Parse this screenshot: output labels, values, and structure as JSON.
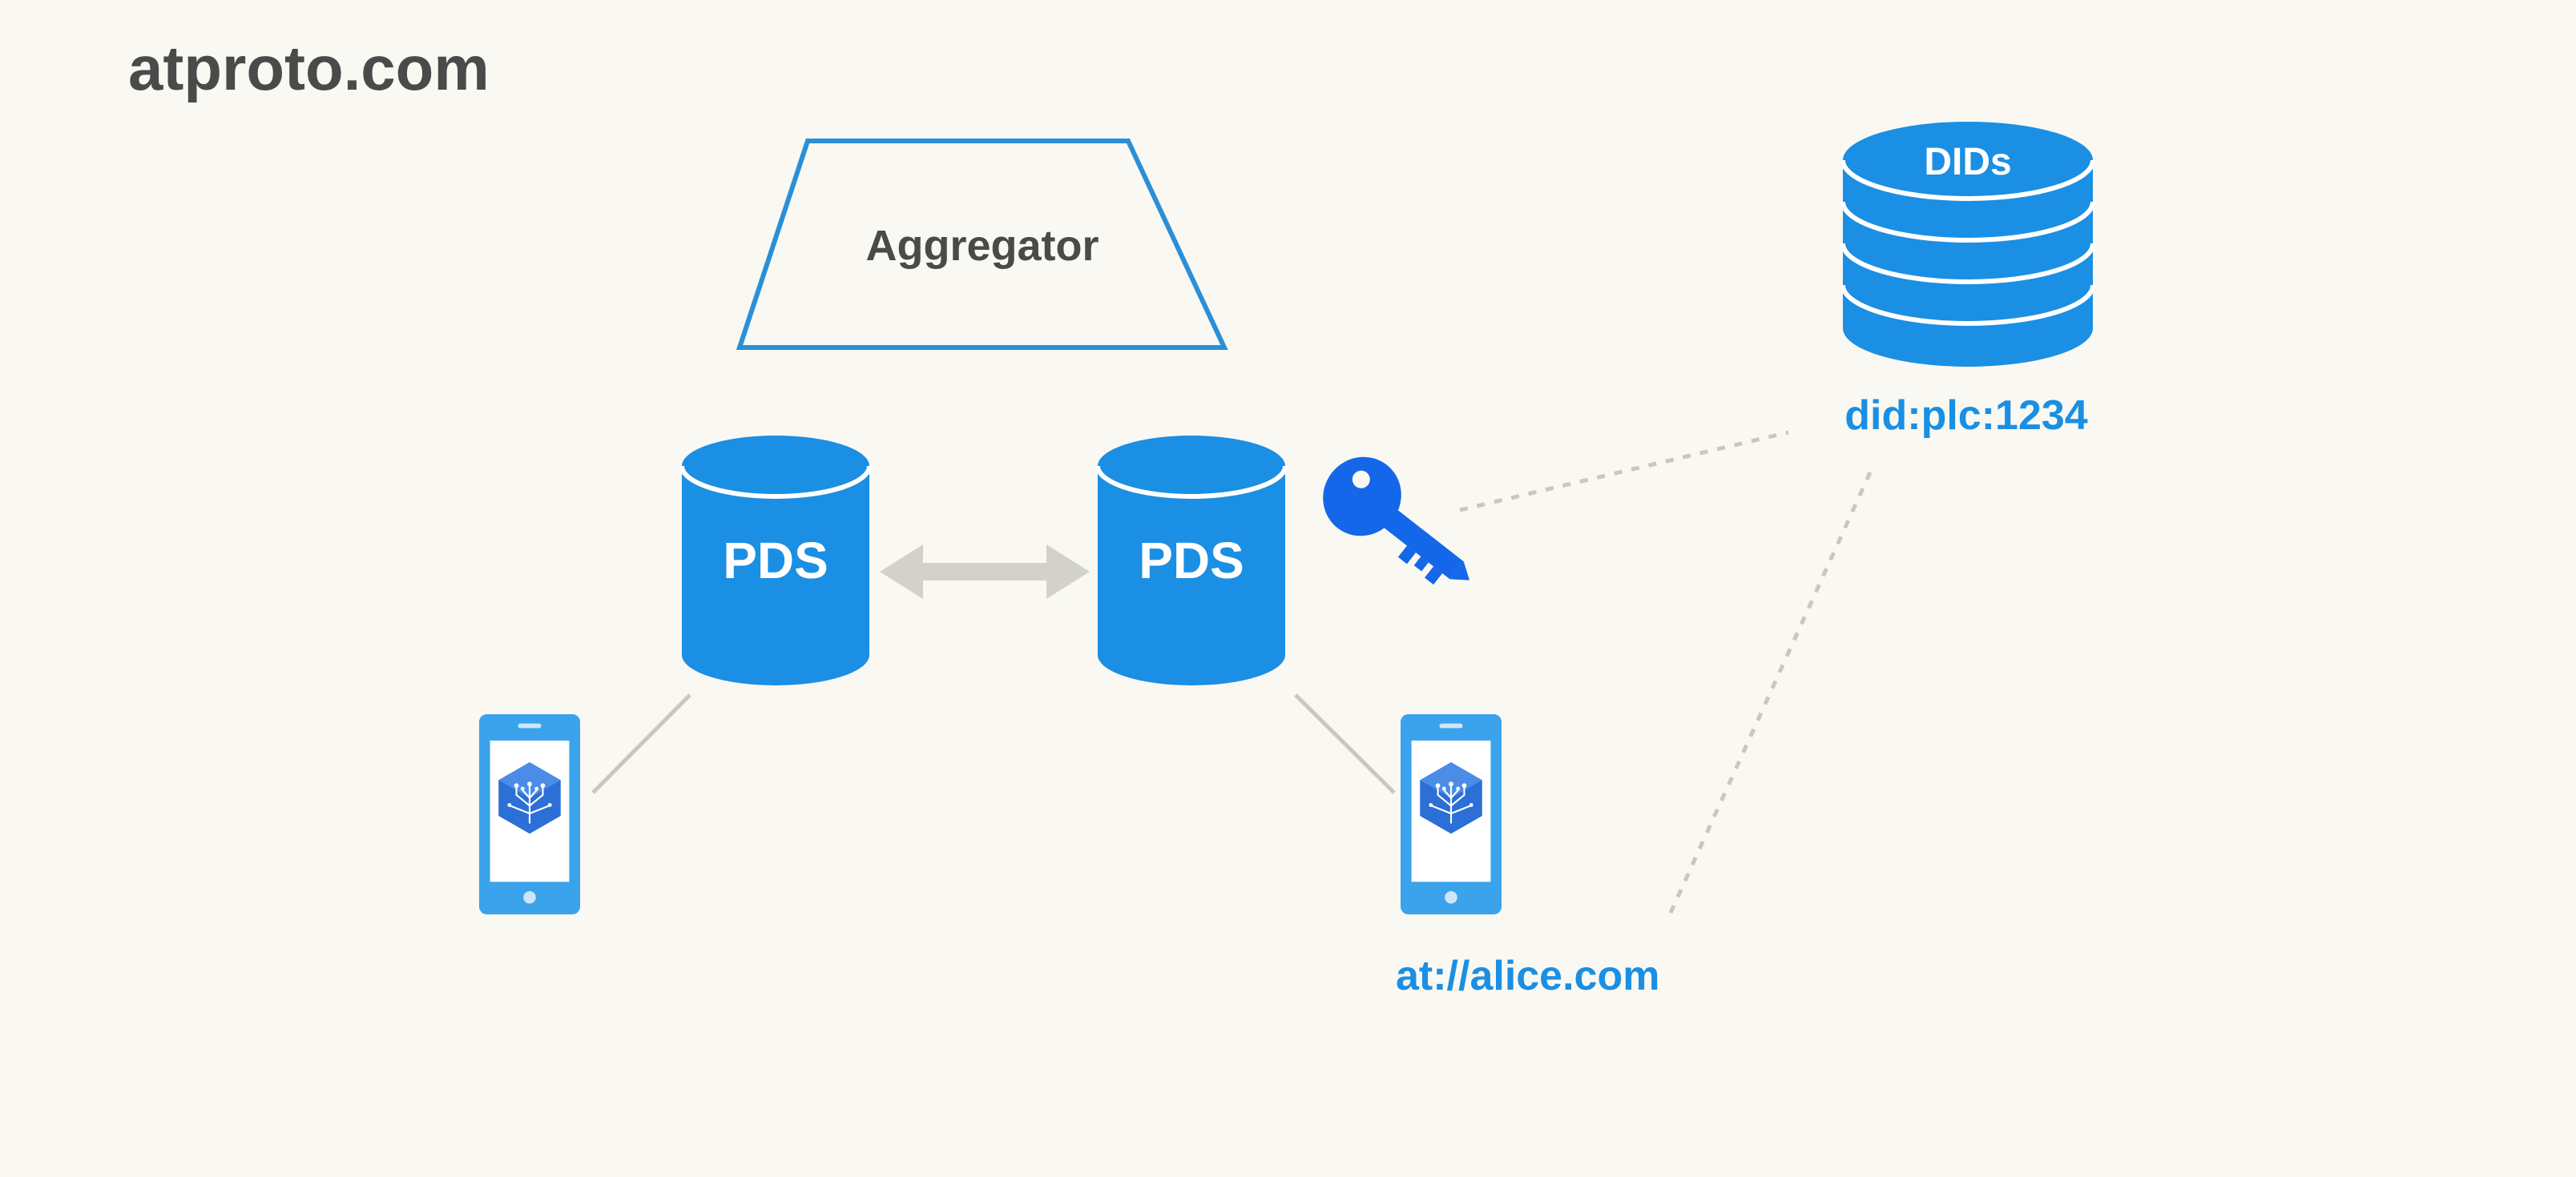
{
  "slide": {
    "site_title": "atproto.com"
  },
  "nodes": {
    "aggregator": {
      "label": "Aggregator"
    },
    "pds_left": {
      "label": "PDS"
    },
    "pds_right": {
      "label": "PDS"
    },
    "did_registry": {
      "label": "DIDs"
    }
  },
  "identifiers": {
    "did": "did:plc:1234",
    "handle": "at://alice.com"
  },
  "icons": {
    "signing_key": "key-icon",
    "phone_left": "phone-icon",
    "phone_right": "phone-icon",
    "app_logo": "bluesky-tree-logo-icon"
  },
  "colors": {
    "background": "#f9f8f2",
    "primary_blue": "#1a8fe3",
    "outline_blue": "#2a8fd8",
    "key_blue": "#1467e8",
    "title_gray": "#4a4a4a",
    "connector_gray": "#c9c7bf",
    "arrow_gray": "#d3d1cb"
  }
}
